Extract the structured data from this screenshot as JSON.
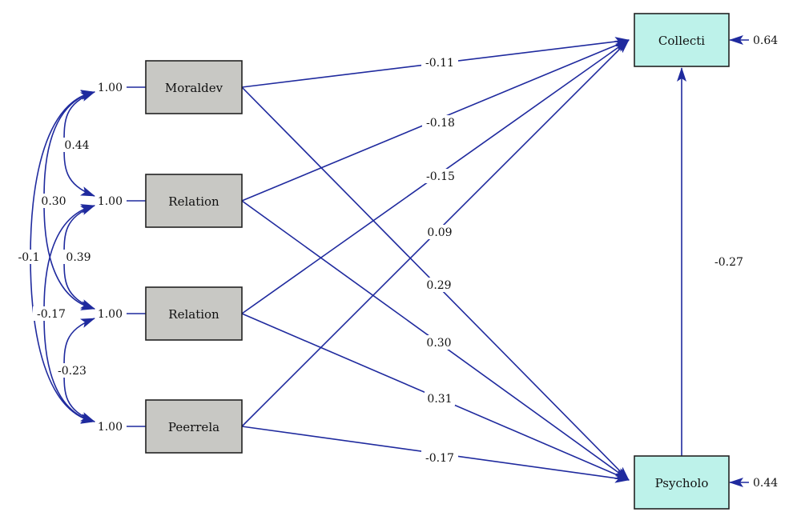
{
  "colors": {
    "path": "#1f2a9e",
    "exogenous_fill": "#c8c8c4",
    "endogenous_fill": "#bdf2ea",
    "box_stroke": "#222222"
  },
  "exogenous": [
    {
      "id": "x1",
      "label": "Moraldev",
      "variance": "1.00"
    },
    {
      "id": "x2",
      "label": "Relation",
      "variance": "1.00"
    },
    {
      "id": "x3",
      "label": "Relation",
      "variance": "1.00"
    },
    {
      "id": "x4",
      "label": "Peerrela",
      "variance": "1.00"
    }
  ],
  "endogenous": [
    {
      "id": "y1",
      "label": "Collecti",
      "error": "0.64"
    },
    {
      "id": "y2",
      "label": "Psycholo",
      "error": "0.44"
    }
  ],
  "correlations": [
    {
      "from": "x1",
      "to": "x2",
      "value": "0.44"
    },
    {
      "from": "x1",
      "to": "x3",
      "value": "0.30"
    },
    {
      "from": "x2",
      "to": "x3",
      "value": "0.39"
    },
    {
      "from": "x1",
      "to": "x4",
      "value": "-0.1"
    },
    {
      "from": "x2",
      "to": "x4",
      "value": "-0.17"
    },
    {
      "from": "x3",
      "to": "x4",
      "value": "-0.23"
    }
  ],
  "paths": [
    {
      "from": "x1",
      "to": "y1",
      "value": "-0.11"
    },
    {
      "from": "x2",
      "to": "y1",
      "value": "-0.18"
    },
    {
      "from": "x3",
      "to": "y1",
      "value": "-0.15"
    },
    {
      "from": "x4",
      "to": "y1",
      "value": "0.09"
    },
    {
      "from": "x1",
      "to": "y2",
      "value": "0.29"
    },
    {
      "from": "x2",
      "to": "y2",
      "value": "0.30"
    },
    {
      "from": "x3",
      "to": "y2",
      "value": "0.31"
    },
    {
      "from": "x4",
      "to": "y2",
      "value": "-0.17"
    },
    {
      "from": "y2",
      "to": "y1",
      "value": "-0.27"
    }
  ]
}
